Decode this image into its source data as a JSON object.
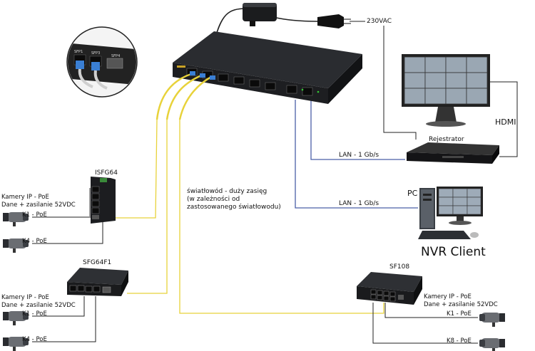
{
  "labels": {
    "power_voltage": "230VAC",
    "hdmi": "HDMI",
    "recorder": "Rejestrator",
    "lan_recorder": "LAN - 1 Gb/s",
    "lan_pc": "LAN - 1 Gb/s",
    "pc": "PC",
    "nvr_client": "NVR Client",
    "isfg64": "ISFG64",
    "sfg64f1": "SFG64F1",
    "sf108": "SF108",
    "fiber_line1": "światłowód - duży zasięg",
    "fiber_line2": "(w zależności od",
    "fiber_line3": "zastosowanego światłowodu)",
    "group1_line1": "Kamery IP - PoE",
    "group1_line2": "Dane + zasilanie 52VDC",
    "group1_k1": "K1 - PoE",
    "group1_k4": "K4 - PoE",
    "group2_line1": "Kamery IP - PoE",
    "group2_line2": "Dane + zasilanie 52VDC",
    "group2_k1": "K1 - PoE",
    "group2_k4": "K4 - PoE",
    "group3_line1": "Kamery IP - PoE",
    "group3_line2": "Dane + zasilanie 52VDC",
    "group3_k1": "K1 - PoE",
    "group3_k8": "K8 - PoE",
    "sfp_labels": [
      "SFP1",
      "SFP3",
      "SFP4"
    ]
  },
  "colors": {
    "fiber": "#e8d23a",
    "lan": "#4a5fa8",
    "wire": "#222222",
    "device": "#2b2d30"
  }
}
